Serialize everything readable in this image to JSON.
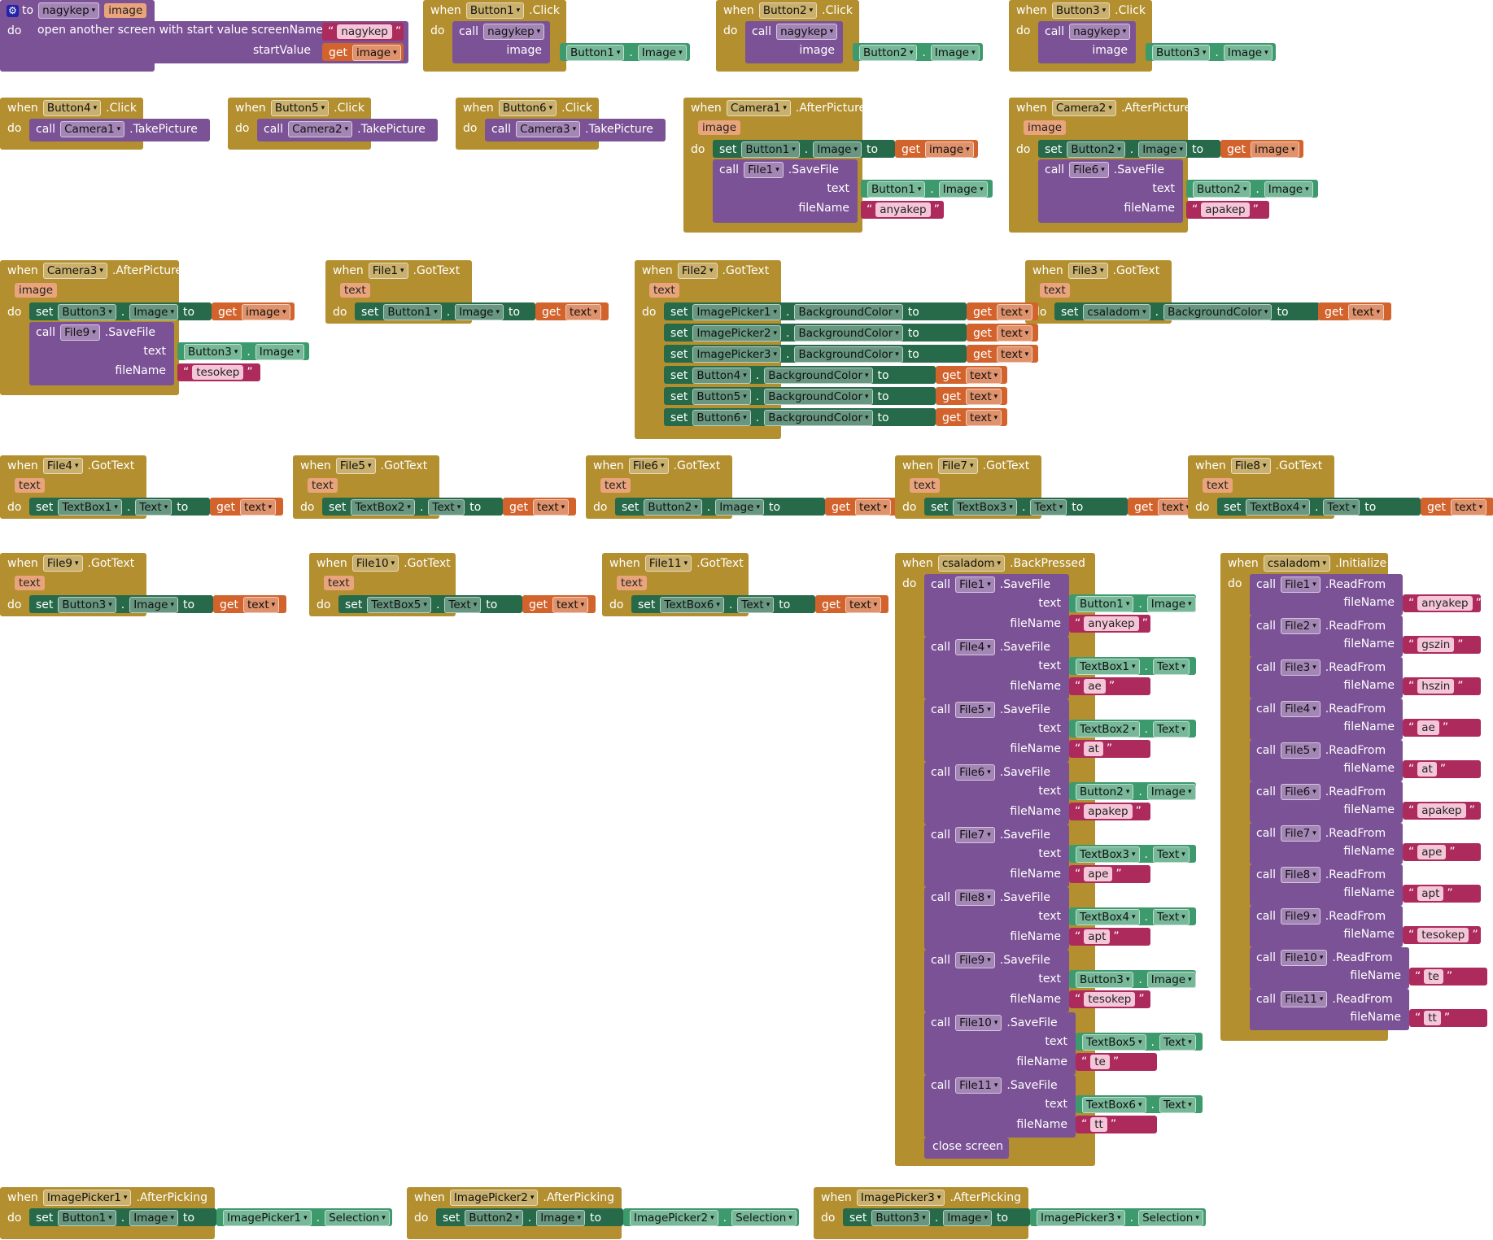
{
  "keywords": {
    "when": "when",
    "do": "do",
    "to": "to",
    "set": "set",
    "call": "call",
    "get": "get",
    "text": "text",
    "fileName": "fileName",
    "image": "image",
    "screenName": "screenName",
    "startValue": "startValue",
    "open_screen": "open another screen with start value",
    "close_screen": "close screen"
  },
  "procedure": {
    "name": "nagykep",
    "param": "image",
    "screen": "nagykep",
    "get": "image"
  },
  "events": {
    "b1click": {
      "comp": "Button1",
      "ev": ".Click",
      "callProc": "nagykep",
      "argComp": "Button1",
      "argProp": "Image"
    },
    "b2click": {
      "comp": "Button2",
      "ev": ".Click",
      "callProc": "nagykep",
      "argComp": "Button2",
      "argProp": "Image"
    },
    "b3click": {
      "comp": "Button3",
      "ev": ".Click",
      "callProc": "nagykep",
      "argComp": "Button3",
      "argProp": "Image"
    },
    "b4click": {
      "comp": "Button4",
      "ev": ".Click",
      "callComp": "Camera1",
      "method": ".TakePicture"
    },
    "b5click": {
      "comp": "Button5",
      "ev": ".Click",
      "callComp": "Camera2",
      "method": ".TakePicture"
    },
    "b6click": {
      "comp": "Button6",
      "ev": ".Click",
      "callComp": "Camera3",
      "method": ".TakePicture"
    },
    "cam1": {
      "comp": "Camera1",
      "ev": ".AfterPicture",
      "param": "image",
      "setComp": "Button1",
      "setProp": "Image",
      "get": "image",
      "file": "File1",
      "method": ".SaveFile",
      "textComp": "Button1",
      "textProp": "Image",
      "fileName": "anyakep"
    },
    "cam2": {
      "comp": "Camera2",
      "ev": ".AfterPicture",
      "param": "image",
      "setComp": "Button2",
      "setProp": "Image",
      "get": "image",
      "file": "File6",
      "method": ".SaveFile",
      "textComp": "Button2",
      "textProp": "Image",
      "fileName": "apakep"
    },
    "cam3": {
      "comp": "Camera3",
      "ev": ".AfterPicture",
      "param": "image",
      "setComp": "Button3",
      "setProp": "Image",
      "get": "image",
      "file": "File9",
      "method": ".SaveFile",
      "textComp": "Button3",
      "textProp": "Image",
      "fileName": "tesokep"
    },
    "file1": {
      "comp": "File1",
      "ev": ".GotText",
      "param": "text",
      "setComp": "Button1",
      "setProp": "Image",
      "get": "text"
    },
    "file2": {
      "comp": "File2",
      "ev": ".GotText",
      "param": "text",
      "sets": [
        {
          "comp": "ImagePicker1",
          "prop": "BackgroundColor",
          "get": "text"
        },
        {
          "comp": "ImagePicker2",
          "prop": "BackgroundColor",
          "get": "text"
        },
        {
          "comp": "ImagePicker3",
          "prop": "BackgroundColor",
          "get": "text"
        },
        {
          "comp": "Button4",
          "prop": "BackgroundColor",
          "get": "text"
        },
        {
          "comp": "Button5",
          "prop": "BackgroundColor",
          "get": "text"
        },
        {
          "comp": "Button6",
          "prop": "BackgroundColor",
          "get": "text"
        }
      ]
    },
    "file3": {
      "comp": "File3",
      "ev": ".GotText",
      "param": "text",
      "setComp": "csaladom",
      "setProp": "BackgroundColor",
      "get": "text"
    },
    "file4": {
      "comp": "File4",
      "ev": ".GotText",
      "param": "text",
      "setComp": "TextBox1",
      "setProp": "Text",
      "get": "text"
    },
    "file5": {
      "comp": "File5",
      "ev": ".GotText",
      "param": "text",
      "setComp": "TextBox2",
      "setProp": "Text",
      "get": "text"
    },
    "file6": {
      "comp": "File6",
      "ev": ".GotText",
      "param": "text",
      "setComp": "Button2",
      "setProp": "Image",
      "get": "text"
    },
    "file7": {
      "comp": "File7",
      "ev": ".GotText",
      "param": "text",
      "setComp": "TextBox3",
      "setProp": "Text",
      "get": "text"
    },
    "file8": {
      "comp": "File8",
      "ev": ".GotText",
      "param": "text",
      "setComp": "TextBox4",
      "setProp": "Text",
      "get": "text"
    },
    "file9": {
      "comp": "File9",
      "ev": ".GotText",
      "param": "text",
      "setComp": "Button3",
      "setProp": "Image",
      "get": "text"
    },
    "file10": {
      "comp": "File10",
      "ev": ".GotText",
      "param": "text",
      "setComp": "TextBox5",
      "setProp": "Text",
      "get": "text"
    },
    "file11": {
      "comp": "File11",
      "ev": ".GotText",
      "param": "text",
      "setComp": "TextBox6",
      "setProp": "Text",
      "get": "text"
    },
    "back": {
      "comp": "csaladom",
      "ev": ".BackPressed",
      "saves": [
        {
          "file": "File1",
          "comp": "Button1",
          "prop": "Image",
          "name": "anyakep"
        },
        {
          "file": "File4",
          "comp": "TextBox1",
          "prop": "Text",
          "name": "ae"
        },
        {
          "file": "File5",
          "comp": "TextBox2",
          "prop": "Text",
          "name": "at"
        },
        {
          "file": "File6",
          "comp": "Button2",
          "prop": "Image",
          "name": "apakep"
        },
        {
          "file": "File7",
          "comp": "TextBox3",
          "prop": "Text",
          "name": "ape"
        },
        {
          "file": "File8",
          "comp": "TextBox4",
          "prop": "Text",
          "name": "apt"
        },
        {
          "file": "File9",
          "comp": "Button3",
          "prop": "Image",
          "name": "tesokep"
        },
        {
          "file": "File10",
          "comp": "TextBox5",
          "prop": "Text",
          "name": "te"
        },
        {
          "file": "File11",
          "comp": "TextBox6",
          "prop": "Text",
          "name": "tt"
        }
      ],
      "method": ".SaveFile"
    },
    "init": {
      "comp": "csaladom",
      "ev": ".Initialize",
      "method": ".ReadFrom",
      "reads": [
        {
          "file": "File1",
          "name": "anyakep"
        },
        {
          "file": "File2",
          "name": "gszin"
        },
        {
          "file": "File3",
          "name": "hszin"
        },
        {
          "file": "File4",
          "name": "ae"
        },
        {
          "file": "File5",
          "name": "at"
        },
        {
          "file": "File6",
          "name": "apakep"
        },
        {
          "file": "File7",
          "name": "ape"
        },
        {
          "file": "File8",
          "name": "apt"
        },
        {
          "file": "File9",
          "name": "tesokep"
        },
        {
          "file": "File10",
          "name": "te"
        },
        {
          "file": "File11",
          "name": "tt"
        }
      ]
    },
    "ip1": {
      "comp": "ImagePicker1",
      "ev": ".AfterPicking",
      "setComp": "Button1",
      "setProp": "Image",
      "srcComp": "ImagePicker1",
      "srcProp": "Selection"
    },
    "ip2": {
      "comp": "ImagePicker2",
      "ev": ".AfterPicking",
      "setComp": "Button2",
      "setProp": "Image",
      "srcComp": "ImagePicker2",
      "srcProp": "Selection"
    },
    "ip3": {
      "comp": "ImagePicker3",
      "ev": ".AfterPicking",
      "setComp": "Button3",
      "setProp": "Image",
      "srcComp": "ImagePicker3",
      "srcProp": "Selection"
    }
  },
  "colors": {
    "event": "#b38f2f",
    "procedure": "#7b5296",
    "setter": "#266a4a",
    "component": "#3d9a6d",
    "getter": "#d2632c",
    "string": "#ad2a5d"
  }
}
